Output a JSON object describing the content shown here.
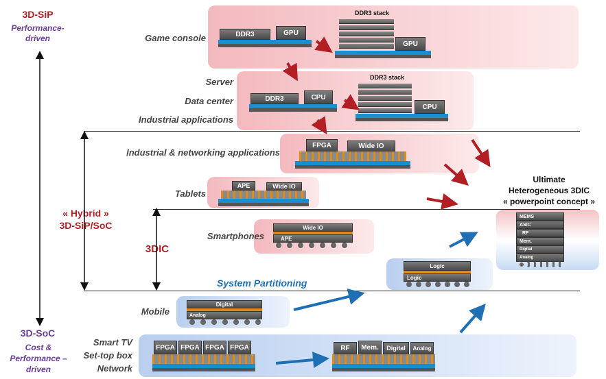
{
  "axis": {
    "top_title": "3D-SiP",
    "top_subtitle": "Performance-driven",
    "bottom_title": "3D-SoC",
    "bottom_subtitle": "Cost & Performance – driven",
    "hybrid_line1": "« Hybrid »",
    "hybrid_line2": "3D-SiP/SoC",
    "threedic": "3DIC"
  },
  "apps": {
    "game_console": "Game console",
    "server": "Server",
    "data_center": "Data center",
    "industrial": "Industrial applications",
    "ind_networking": "Industrial  & networking applications",
    "tablets": "Tablets",
    "smartphones": "Smartphones",
    "mobile": "Mobile",
    "smart_tv": "Smart TV",
    "set_top_box": "Set-top box",
    "network": "Network"
  },
  "system_partitioning": "System Partitioning",
  "ultimate": {
    "line1": "Ultimate",
    "line2": "Heterogeneous 3DIC",
    "line3": "« powerpoint concept »",
    "chips": [
      "MEMS",
      "ASIC",
      "RF",
      "Mem.",
      "Digital",
      "Analog"
    ]
  },
  "chips": {
    "ddr3": "DDR3",
    "gpu": "GPU",
    "ddr3_stack": "DDR3 stack",
    "cpu": "CPU",
    "fpga": "FPGA",
    "wide_io": "Wide IO",
    "ape": "APE",
    "logic": "Logic",
    "digital": "Digital",
    "analog": "Analog",
    "rf": "RF",
    "mem": "Mem."
  },
  "colors": {
    "arrow_red": "#b11f24",
    "arrow_blue": "#1f6fb5",
    "purple": "#6a3d9a",
    "substrate_blue": "#1a8fcf"
  }
}
